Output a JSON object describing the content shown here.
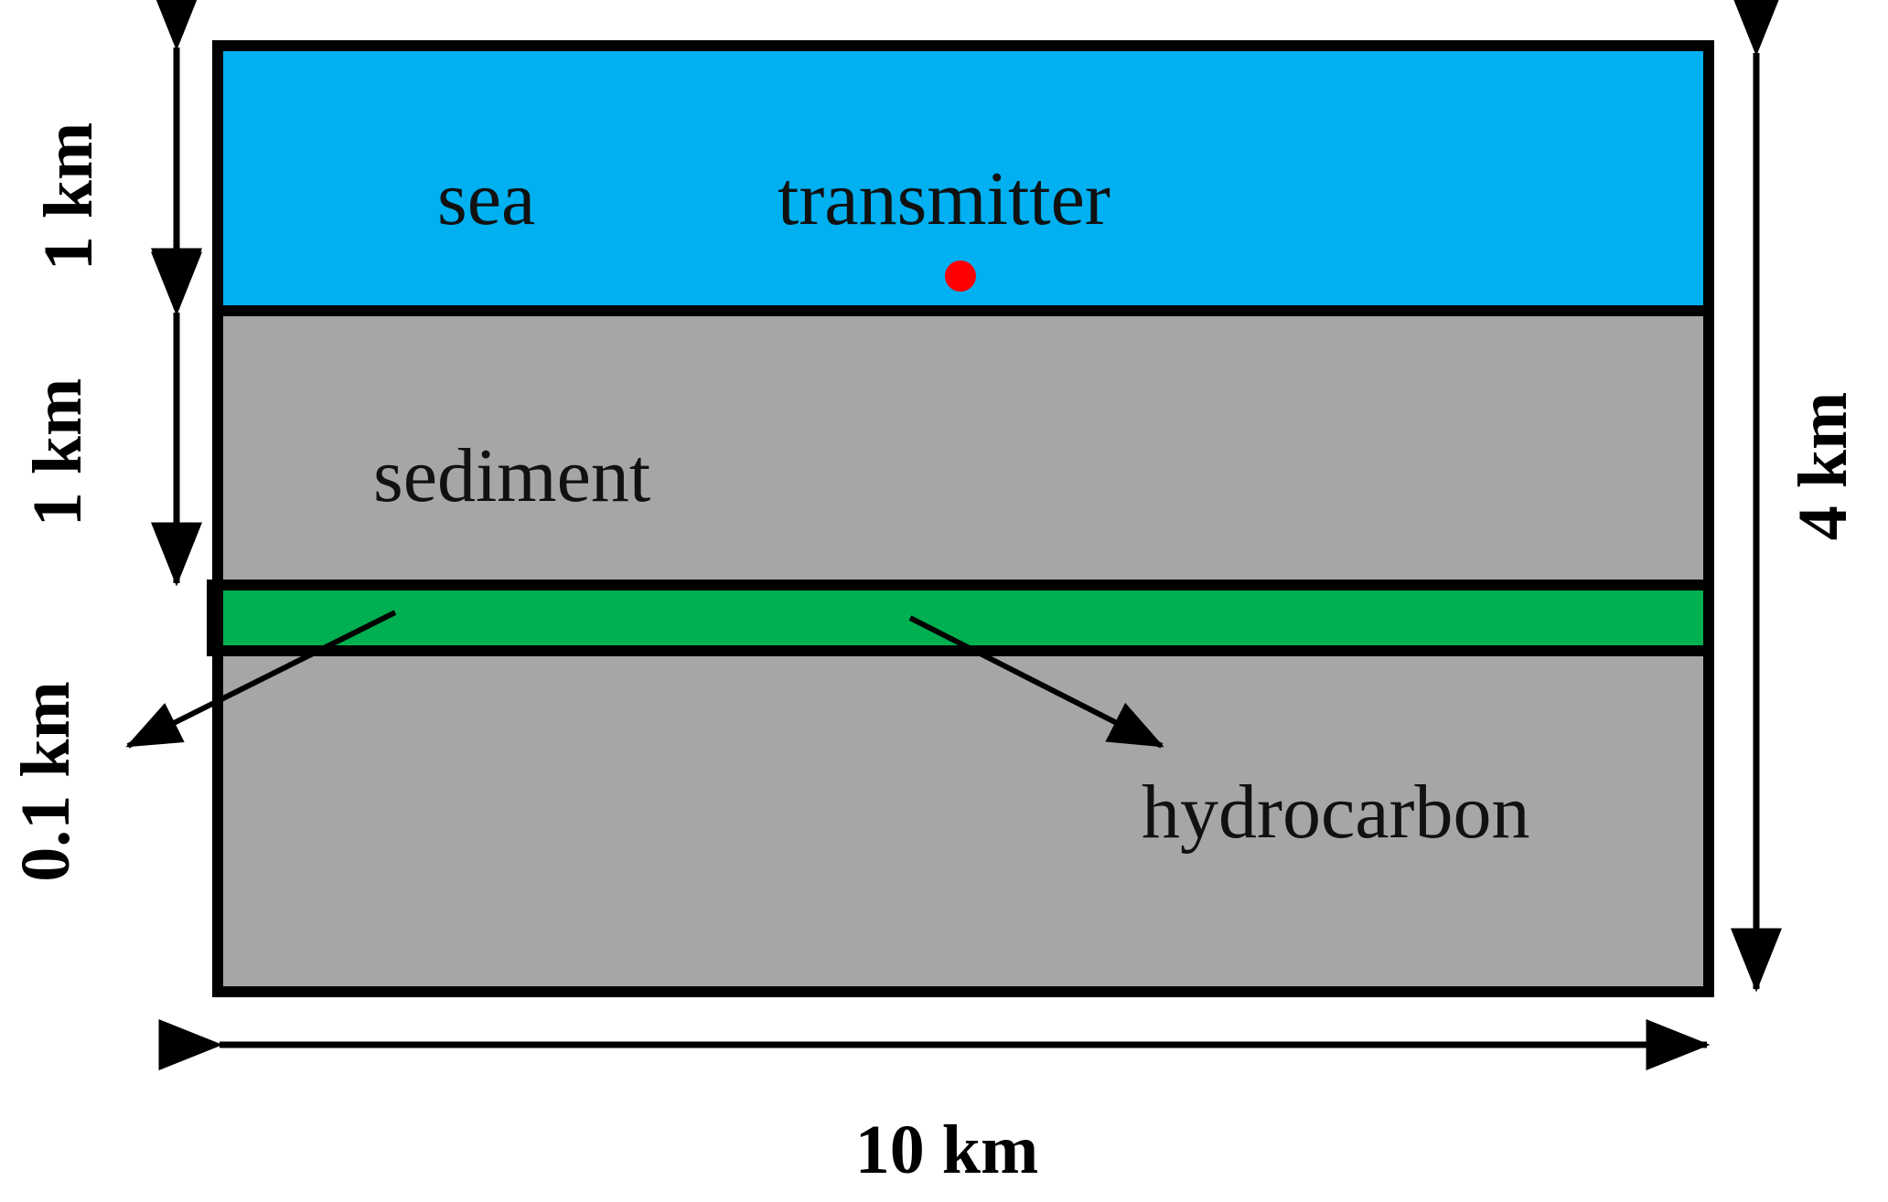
{
  "labels": {
    "sea": "sea",
    "transmitter": "transmitter",
    "sediment": "sediment",
    "hydrocarbon": "hydrocarbon"
  },
  "dimensions": {
    "sea_thickness": "1 km",
    "sediment_thickness": "1 km",
    "hydrocarbon_thickness": "0.1 km",
    "total_depth": "4 km",
    "width": "10 km"
  },
  "colors": {
    "sea": "#00B0F0",
    "sediment": "#A6A6A6",
    "hydrocarbon": "#00B050",
    "transmitter": "#FF0000",
    "outline": "#000000"
  }
}
